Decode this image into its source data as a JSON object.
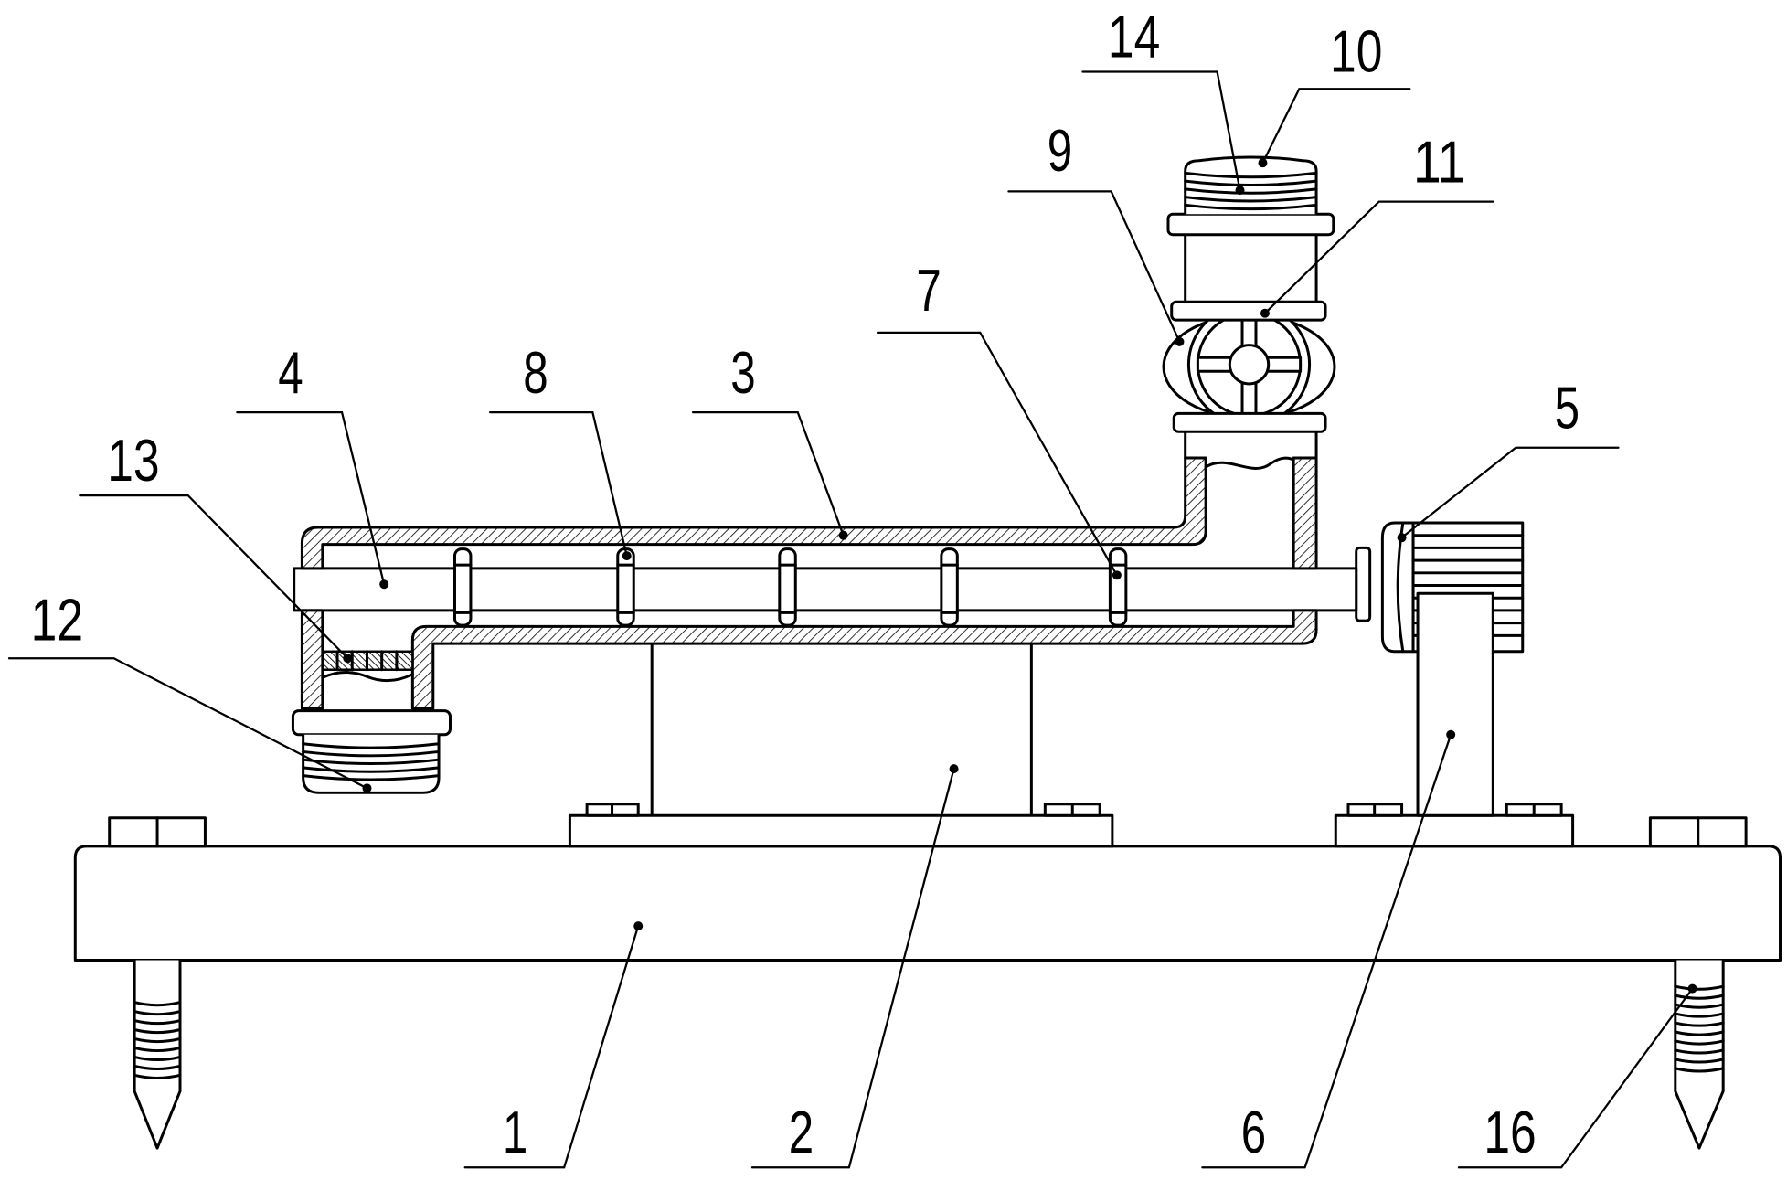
{
  "figure": {
    "callouts": [
      "1",
      "2",
      "3",
      "4",
      "5",
      "6",
      "7",
      "8",
      "9",
      "10",
      "11",
      "12",
      "13",
      "14",
      "16"
    ]
  },
  "colors": {
    "ink": "#000000",
    "paper": "#ffffff"
  }
}
